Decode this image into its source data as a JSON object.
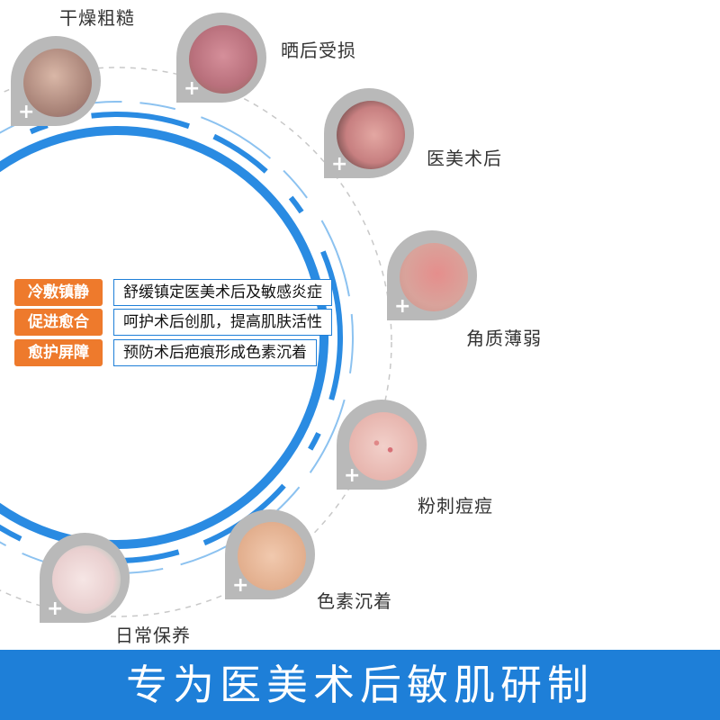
{
  "skin_types": [
    {
      "label": "干燥粗糙"
    },
    {
      "label": "晒后受损"
    },
    {
      "label": "医美术后"
    },
    {
      "label": "角质薄弱"
    },
    {
      "label": "粉刺痘痘"
    },
    {
      "label": "色素沉着"
    },
    {
      "label": "日常保养"
    }
  ],
  "plus_symbol": "+",
  "benefits": [
    {
      "tag": "冷敷镇静",
      "desc": "舒缓镇定医美术后及敏感炎症"
    },
    {
      "tag": "促进愈合",
      "desc": "呵护术后创肌，提高肌肤活性"
    },
    {
      "tag": "愈护屏障",
      "desc": "预防术后疤痕形成色素沉着"
    }
  ],
  "banner": {
    "text": "专为医美术后敏肌研制"
  },
  "colors": {
    "accent_blue": "#1e7fd8",
    "tag_orange": "#ee7a2c",
    "card_gray": "#b9b9b9"
  }
}
